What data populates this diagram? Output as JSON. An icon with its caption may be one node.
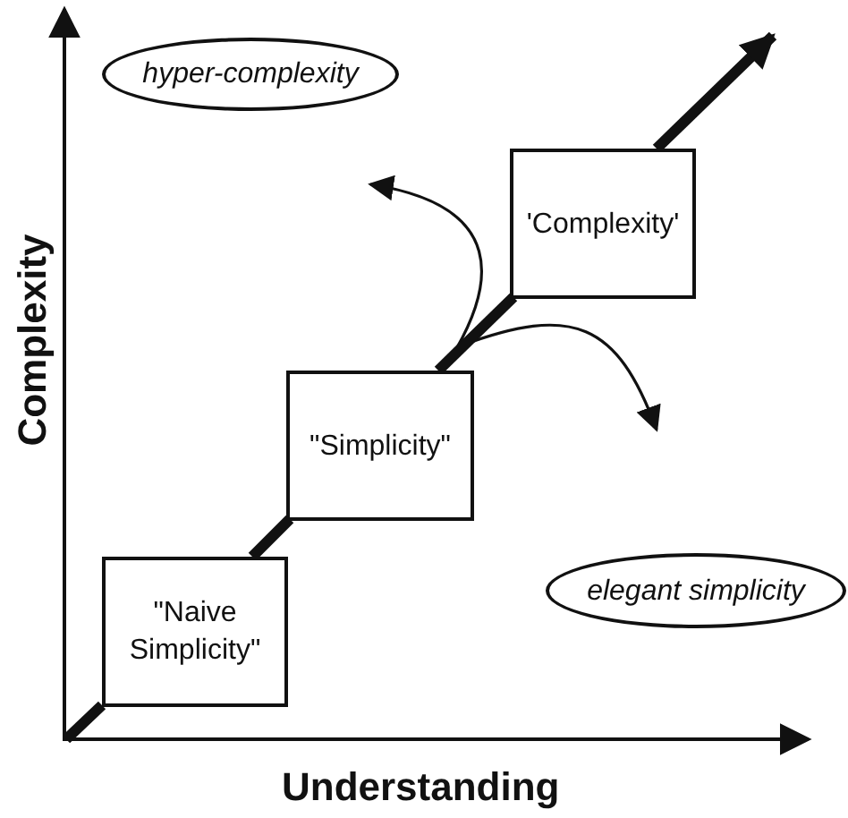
{
  "diagram": {
    "nodes": [
      {
        "text": [
          "hyper-complexity"
        ]
      },
      {
        "text": [
          "'Complexity'"
        ]
      },
      {
        "text": [
          "\"Simplicity\""
        ]
      },
      {
        "text": [
          "\"Naive Simplicity\""
        ]
      },
      {
        "text": [
          "elegant simplicity"
        ]
      }
    ],
    "edges": [
      {
        "from": null,
        "to": 3,
        "arrow": "none"
      },
      {
        "from": 3,
        "to": 2,
        "arrow": "none"
      },
      {
        "from": 2,
        "to": 1,
        "arrow": "none"
      },
      {
        "from": 1,
        "to": null,
        "arrow": "to"
      }
    ],
    "labels": [
      "Complexity",
      "Understanding"
    ]
  }
}
